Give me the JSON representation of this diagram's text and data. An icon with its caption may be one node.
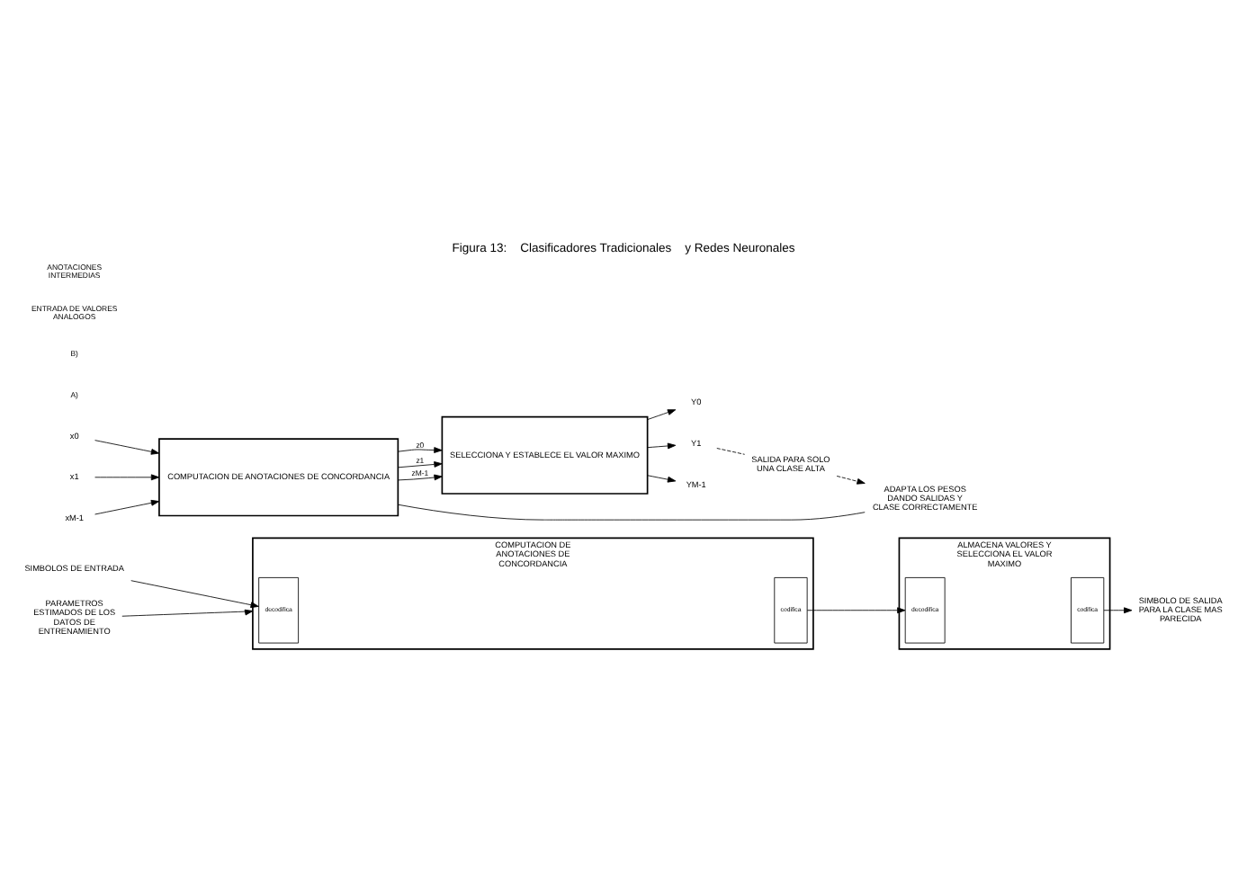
{
  "diagram": {
    "title": "Figura 13:    Clasificadores Tradicionales    y Redes Neuronales",
    "nodes": [
      {
        "text": [
          "SIMBOLOS DE ENTRADA"
        ]
      },
      {
        "text": [
          "PARAMETROS ESTIMADOS DE LOS DATOS DE ENTRENAMIENTO"
        ]
      },
      {
        "text": [
          "COMPUTACION DE ANOTACIONES DE CONCORDANCIA"
        ]
      },
      {
        "text": [
          "decodifica"
        ],
        "in": 2
      },
      {
        "text": [
          "codifica"
        ],
        "in": 2
      },
      {
        "text": [
          "ALMACENA VALORES Y SELECCIONA EL VALOR MAXIMO"
        ]
      },
      {
        "text": [
          "decodifica"
        ],
        "in": 5
      },
      {
        "text": [
          "codifica"
        ],
        "in": 5
      },
      {
        "text": [
          "SIMBOLO DE SALIDA PARA LA CLASE MAS PARECIDA"
        ]
      },
      {
        "text": [
          "x0"
        ]
      },
      {
        "text": [
          "x1"
        ]
      },
      {
        "text": [
          "xM-1"
        ]
      },
      {
        "text": [
          "COMPUTACION DE ANOTACIONES DE CONCORDANCIA"
        ]
      },
      {
        "text": [
          "SELECCIONA Y ESTABLECE EL VALOR MAXIMO"
        ]
      },
      {
        "text": [
          "Y0"
        ]
      },
      {
        "text": [
          "Y1"
        ]
      },
      {
        "text": [
          "YM-1"
        ]
      },
      {
        "text": [
          "ADAPTA LOS PESOS DANDO SALIDAS Y CLASE CORRECTAMENTE"
        ]
      },
      {
        "text": [
          "SALIDA PARA SOLO UNA CLASE ALTA"
        ]
      }
    ],
    "edges": [
      {
        "from": 0,
        "to": 3,
        "arrow": "to"
      },
      {
        "from": 1,
        "to": 2,
        "arrow": "to"
      },
      {
        "from": 4,
        "to": 6,
        "arrow": "to"
      },
      {
        "from": 7,
        "to": 8,
        "arrow": "to"
      },
      {
        "from": 9,
        "to": 12,
        "arrow": "to"
      },
      {
        "from": 10,
        "to": 12,
        "arrow": "to"
      },
      {
        "from": 11,
        "to": 12,
        "arrow": "to"
      },
      {
        "from": 12,
        "to": 13,
        "arrow": "to",
        "label": "z0"
      },
      {
        "from": 12,
        "to": 13,
        "arrow": "to",
        "label": "z1"
      },
      {
        "from": 12,
        "to": 13,
        "arrow": "to",
        "label": "zM-1"
      },
      {
        "from": 13,
        "to": 14,
        "arrow": "to"
      },
      {
        "from": 13,
        "to": 15,
        "arrow": "to"
      },
      {
        "from": 13,
        "to": 16,
        "arrow": "to"
      },
      {
        "from": 17,
        "to": 12,
        "arrow": "none"
      },
      {
        "from": 15,
        "to": 18,
        "arrow": "none",
        "style": "dashed"
      },
      {
        "from": 18,
        "to": 17,
        "arrow": "to",
        "style": "dashed"
      }
    ],
    "labels": [
      "A)",
      "B)",
      "ENTRADA DE VALORES ANALOGOS",
      "ANOTACIONES INTERMEDIAS"
    ]
  }
}
